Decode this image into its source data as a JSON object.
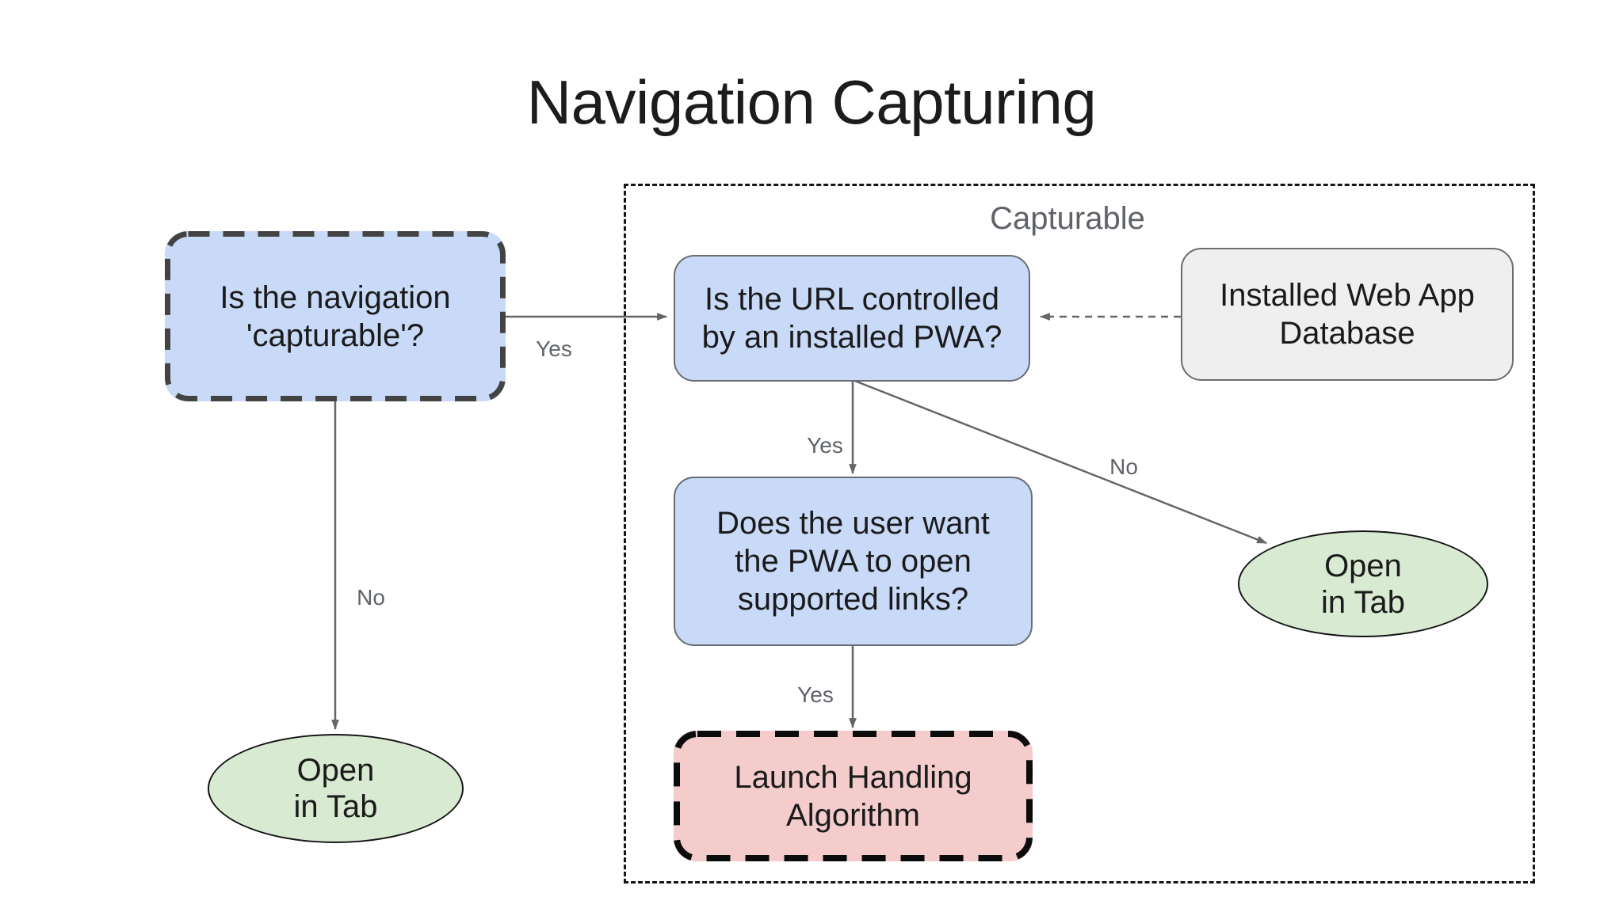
{
  "page": {
    "title": "Navigation Capturing"
  },
  "group": {
    "label": "Capturable"
  },
  "nodes": {
    "capturable_question": "Is the navigation\n'capturable'?",
    "url_question": "Is the URL controlled\nby an installed PWA?",
    "database": "Installed Web App\nDatabase",
    "supported_links_question": "Does the user want\nthe PWA to open\nsupported links?",
    "launch_handling": "Launch Handling\nAlgorithm",
    "open_in_tab_left": "Open\nin Tab",
    "open_in_tab_right": "Open\nin Tab"
  },
  "edges": {
    "capturable_yes": "Yes",
    "capturable_no": "No",
    "controlled_yes": "Yes",
    "controlled_no": "No",
    "supported_yes": "Yes"
  },
  "colors": {
    "node-blue": "#c9daf8",
    "node-gray": "#efefef",
    "node-green": "#d9ead3",
    "node-pink": "#f4cccc",
    "edge-gray": "#636567",
    "label-gray": "#5f6368",
    "dash-dark": "#434343",
    "ink": "#1b1b1b"
  }
}
